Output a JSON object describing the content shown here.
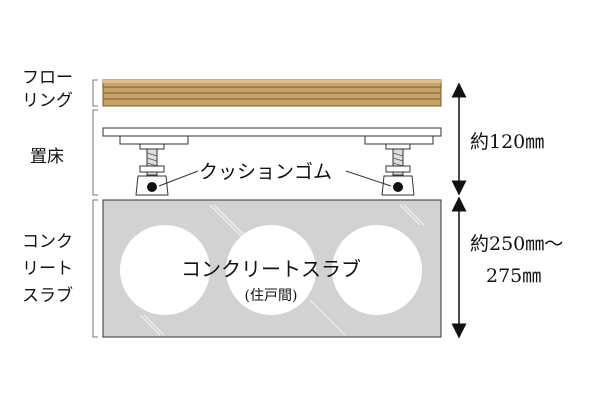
{
  "labels": {
    "flooring_line1": "フロー",
    "flooring_line2": "リング",
    "raised_floor": "置床",
    "slab_line1": "コンク",
    "slab_line2": "リート",
    "slab_line3": "スラブ",
    "cushion_rubber": "クッションゴム",
    "slab_title": "コンクリートスラブ",
    "slab_note": "(住戸間)"
  },
  "dimensions": {
    "floor_height": "約120㎜",
    "slab_thickness_line1": "約250㎜〜",
    "slab_thickness_line2": "275㎜"
  },
  "colors": {
    "wood": "#c8a46a",
    "wood_grain": "#7a5a2c",
    "concrete": "#d2d2d2",
    "outline": "#333333",
    "arrow": "#111111"
  },
  "icons": {
    "dimension_arrow": "double-headed-vertical-arrow",
    "bracket": "left-square-bracket"
  }
}
